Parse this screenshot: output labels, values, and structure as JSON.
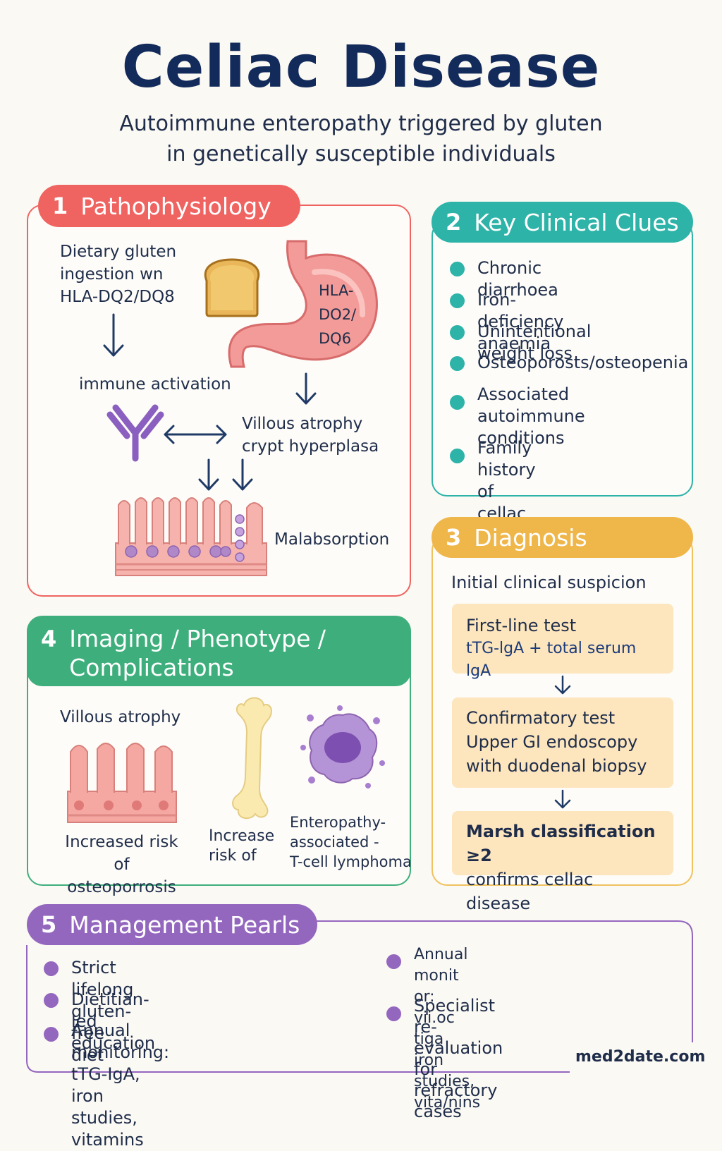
{
  "title": "Celiac Disease",
  "subtitle_line1": "Autoimmune enteropathy triggered by gluten",
  "subtitle_line2": "in genetically susceptible individuals",
  "colors": {
    "pathophysiology": "#ef6461",
    "clinical": "#2db3a8",
    "diagnosis": "#efb64a",
    "imaging": "#3eaf7c",
    "management": "#9467bf"
  },
  "pathophysiology": {
    "number": "1",
    "title": "Pathophysiology",
    "gluten_line1": "Dietary gluten",
    "gluten_line2": "ingestion wn",
    "gluten_line3": "HLA-DQ2/DQ8",
    "stomach_line1": "HLA-",
    "stomach_line2": "DO2/",
    "stomach_line3": "DQ6",
    "immune": "immune activation",
    "villous_line1": "Villous atrophy",
    "villous_line2": "crypt hyperplasa",
    "malabsorption": "Malabsorption",
    "icons": [
      "bread-icon",
      "stomach-icon",
      "antibody-icon",
      "intestinal-villi-icon"
    ]
  },
  "clinical": {
    "number": "2",
    "title": "Key Clinical Clues",
    "items": [
      {
        "line1": "Chronic diarrhoea",
        "line2": ""
      },
      {
        "line1": "Iron-deficiency anaemia",
        "line2": ""
      },
      {
        "line1": "Unintentional weight loss",
        "line2": ""
      },
      {
        "line1": "Osteoporosts/osteopenia",
        "line2": ""
      },
      {
        "line1": "Associated autoimmune",
        "line2": "conditions"
      },
      {
        "line1": "Family history of",
        "line2": "cellac disease"
      }
    ]
  },
  "diagnosis": {
    "number": "3",
    "title": "Diagnosis",
    "initial": "Initial clinical suspicion",
    "first_title": "First-line test",
    "first_sub": "tTG-lgA + total serum lgA",
    "confirm_line1": "Confirmatory test",
    "confirm_line2": "Upper GI endoscopy",
    "confirm_line3": "with duodenal biopsy",
    "marsh_line1": "Marsh classification ≥2",
    "marsh_line2": "confirms cellac disease"
  },
  "imaging": {
    "number": "4",
    "title_line1": "Imaging / Phenotype /",
    "title_line2": "Complications",
    "villous": "Villous atrophy",
    "osteo_line1": "Increased risk",
    "osteo_line2": "of osteoporrosis",
    "bone_line1": "Increase",
    "bone_line2": "risk of",
    "lymph_line1": "Enteropathy-",
    "lymph_line2": "associated -",
    "lymph_line3": "T-cell lymphoma",
    "icons": [
      "atrophic-villi-icon",
      "bone-icon",
      "lymphoma-cell-icon"
    ]
  },
  "management": {
    "number": "5",
    "title": "Management Pearls",
    "left_items": [
      {
        "line1": "Strict lifelong gluten-free diet",
        "line2": ""
      },
      {
        "line1": "Dietitian-led education",
        "line2": ""
      },
      {
        "line1": "Annual monitoring: tTG-IgA, iron",
        "line2": "studies, vitamins"
      }
    ],
    "right_items": [
      {
        "line1": "Annual monit or:  vii.oc tiga",
        "line2": "iron studies, vita/nins"
      },
      {
        "line1": "Specialist re-evaluation",
        "line2": "for refractory cases"
      }
    ]
  },
  "footer": "med2date.com"
}
